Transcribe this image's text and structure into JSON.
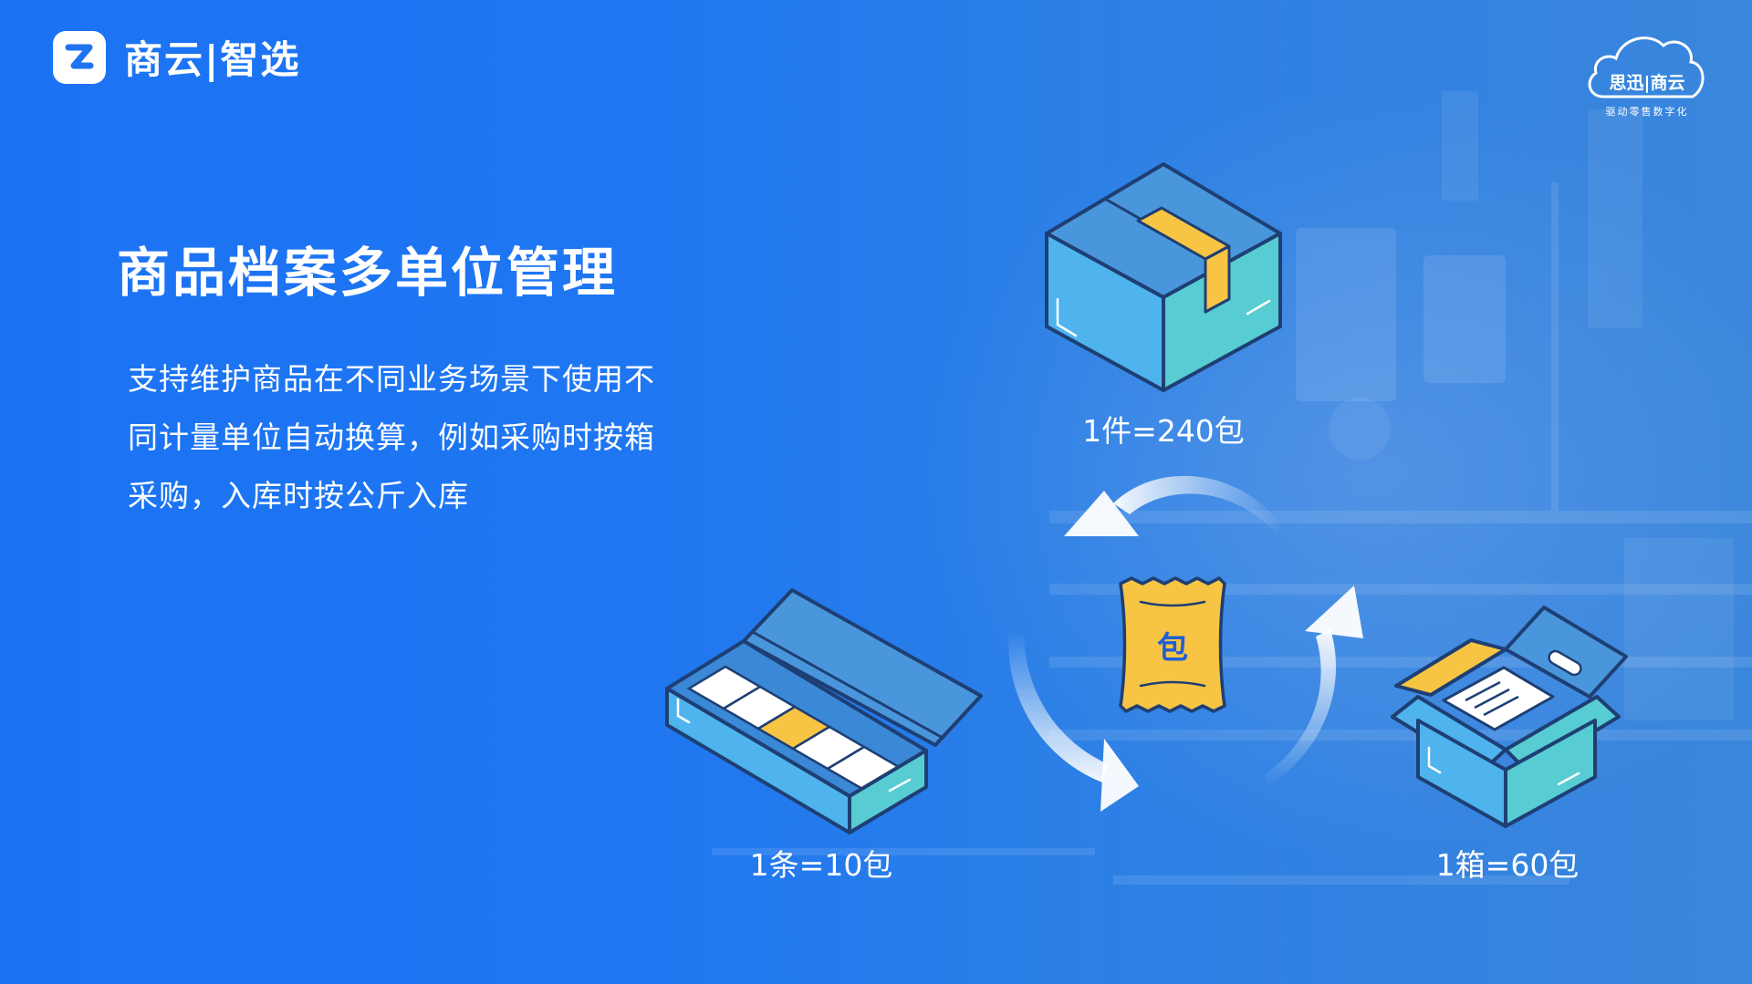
{
  "logo": {
    "text": "商云|智选"
  },
  "brand_badge": {
    "name": "思迅|商云",
    "tagline": "驱动零售数字化"
  },
  "title": "商品档案多单位管理",
  "description": [
    "支持维护商品在不同业务场景下使用不",
    "同计量单位自动换算，例如采购时按箱",
    "采购，入库时按公斤入库"
  ],
  "units": {
    "piece": "1件=240包",
    "strip": "1条=10包",
    "carton": "1箱=60包",
    "pack_glyph": "包"
  },
  "colors": {
    "background": "#1f73f0",
    "box_light": "#4fb3ee",
    "box_teal": "#57ccd2",
    "box_dark": "#3a88d6",
    "outline": "#1e3f73",
    "tape": "#f7c443"
  }
}
